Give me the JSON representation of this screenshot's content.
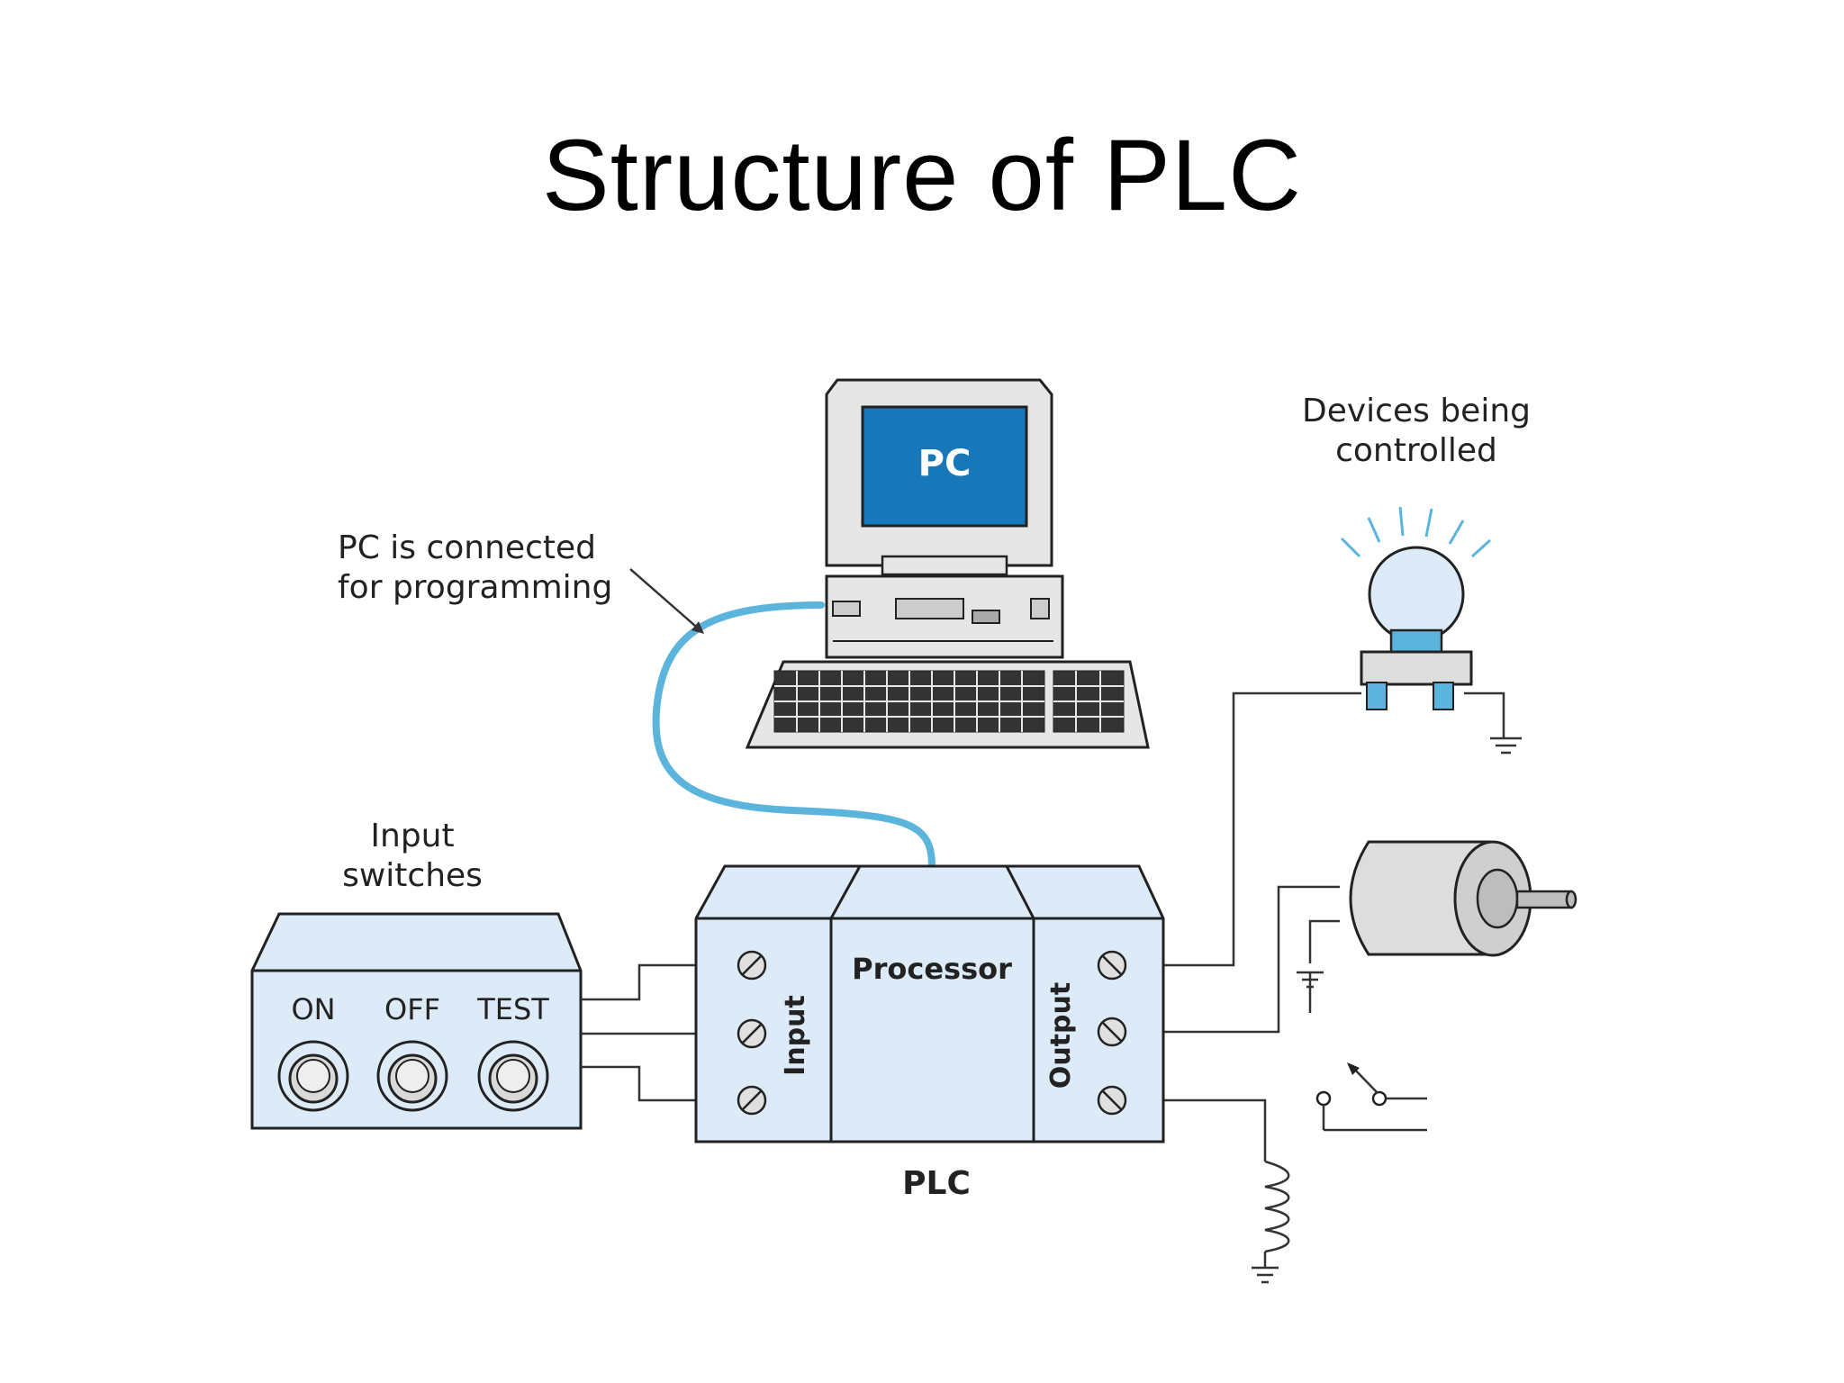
{
  "title": "Structure of PLC",
  "labels": {
    "pc_screen": "PC",
    "pc_connected": [
      "PC is connected",
      "for programming"
    ],
    "devices_controlled": [
      "Devices being",
      "controlled"
    ],
    "input_switches": [
      "Input",
      "switches"
    ],
    "switch_on": "ON",
    "switch_off": "OFF",
    "switch_test": "TEST",
    "processor": "Processor",
    "input": "Input",
    "output": "Output",
    "plc": "PLC"
  },
  "colors": {
    "panel_fill": "#dcebf7",
    "screen_blue": "#1877b8",
    "cable_blue": "#5bb4dc",
    "outline": "#222222"
  }
}
